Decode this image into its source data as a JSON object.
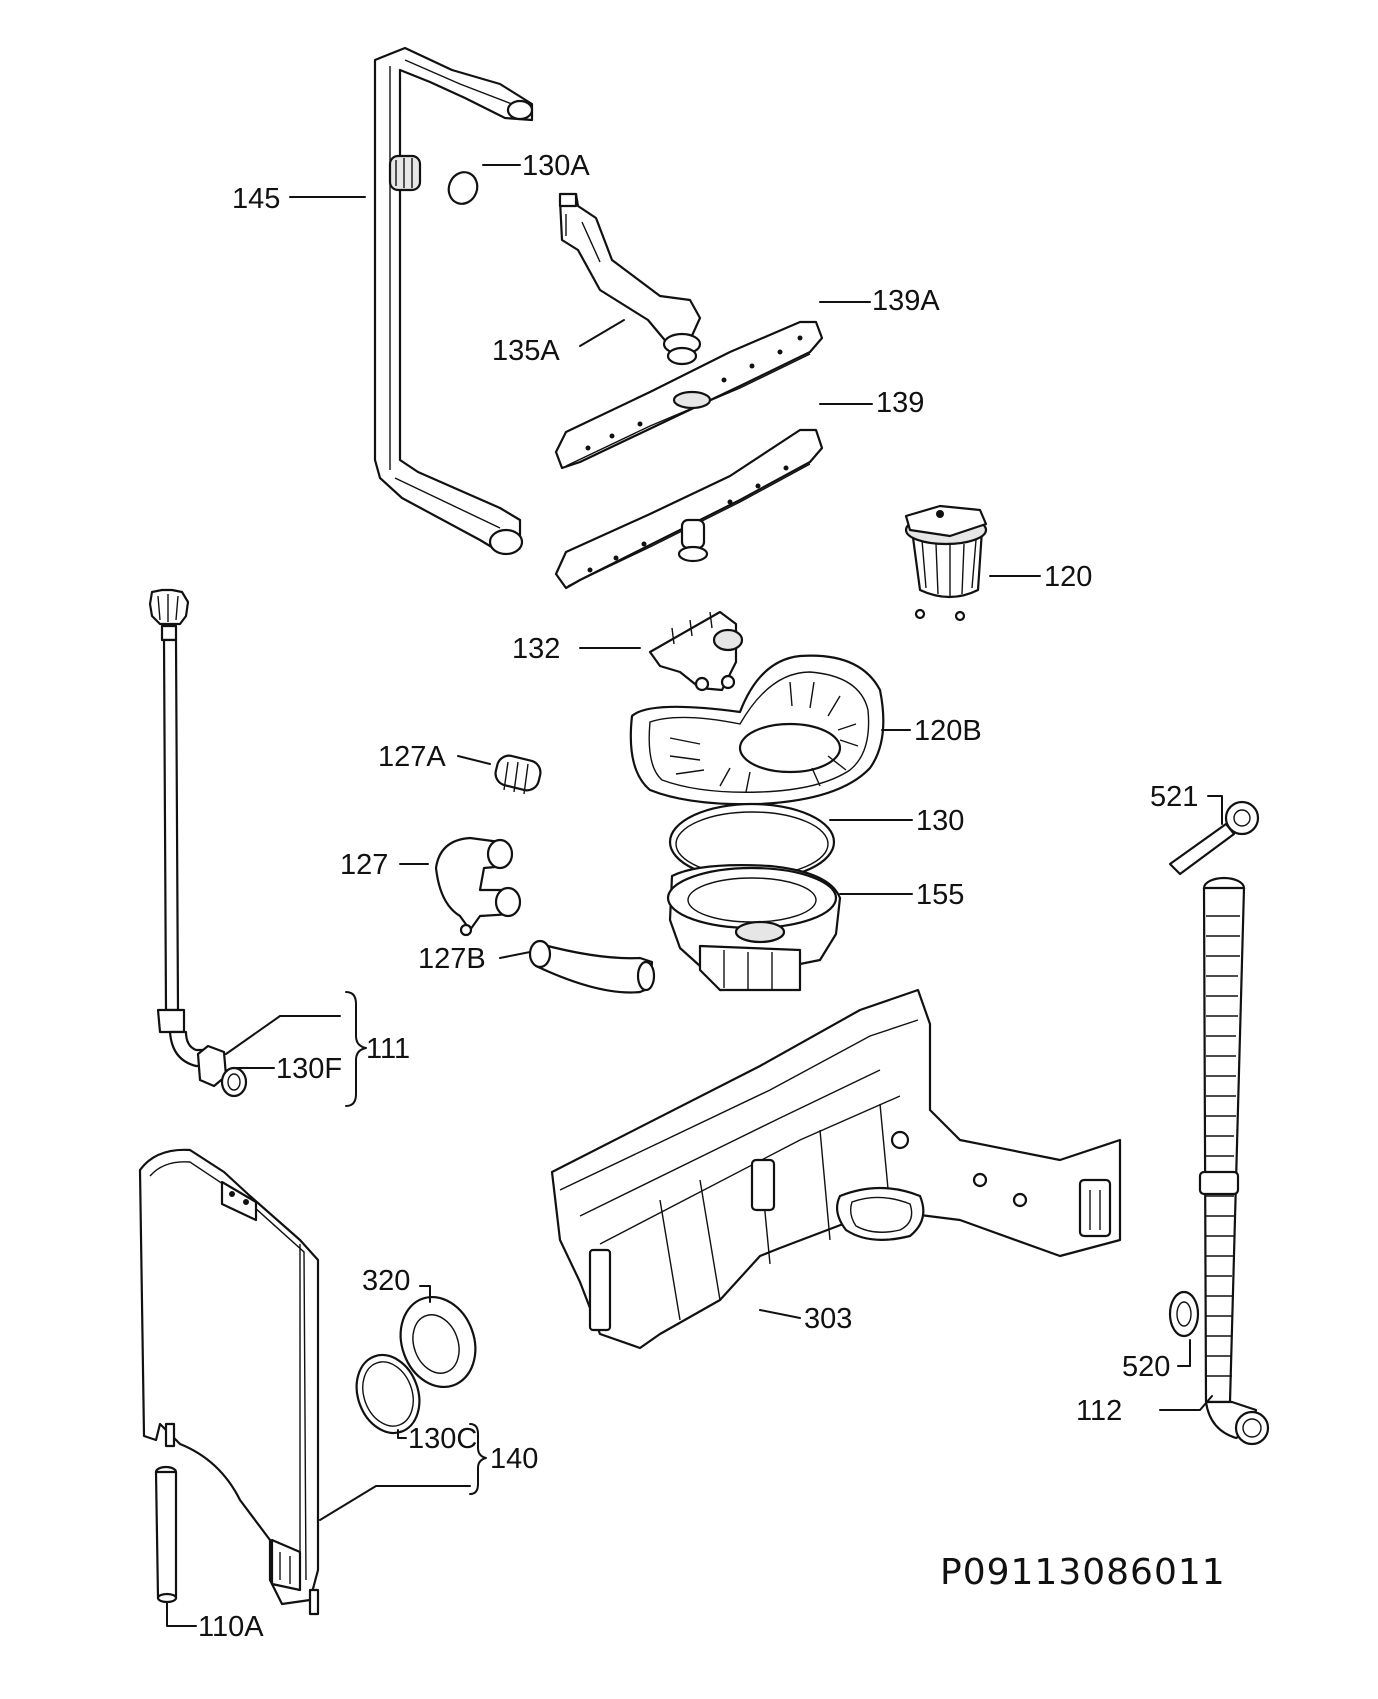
{
  "diagram": {
    "document_code": "P09113086011",
    "parts": [
      {
        "id": "145",
        "label": "145"
      },
      {
        "id": "130A",
        "label": "130A"
      },
      {
        "id": "135A",
        "label": "135A"
      },
      {
        "id": "139A",
        "label": "139A"
      },
      {
        "id": "139",
        "label": "139"
      },
      {
        "id": "120",
        "label": "120"
      },
      {
        "id": "132",
        "label": "132"
      },
      {
        "id": "120B",
        "label": "120B"
      },
      {
        "id": "127A",
        "label": "127A"
      },
      {
        "id": "130",
        "label": "130"
      },
      {
        "id": "127",
        "label": "127"
      },
      {
        "id": "155",
        "label": "155"
      },
      {
        "id": "127B",
        "label": "127B"
      },
      {
        "id": "521",
        "label": "521"
      },
      {
        "id": "130F",
        "label": "130F"
      },
      {
        "id": "111",
        "label": "111"
      },
      {
        "id": "303",
        "label": "303"
      },
      {
        "id": "320",
        "label": "320"
      },
      {
        "id": "130C",
        "label": "130C"
      },
      {
        "id": "140",
        "label": "140"
      },
      {
        "id": "520",
        "label": "520"
      },
      {
        "id": "112",
        "label": "112"
      },
      {
        "id": "110A",
        "label": "110A"
      }
    ]
  }
}
